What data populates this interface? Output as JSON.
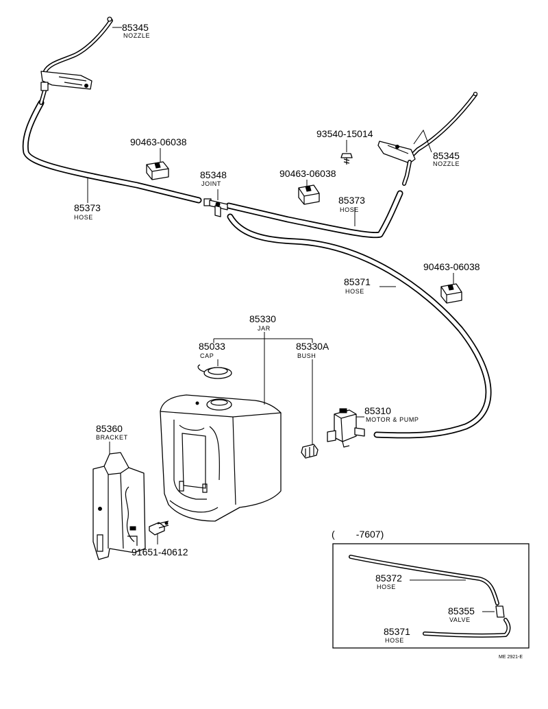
{
  "parts": [
    {
      "id": "nozzle_left",
      "number": "85345",
      "name": "NOZZLE"
    },
    {
      "id": "nozzle_right",
      "number": "85345",
      "name": "NOZZLE"
    },
    {
      "id": "clip_left",
      "number": "90463-06038"
    },
    {
      "id": "screw",
      "number": "93540-15014"
    },
    {
      "id": "joint",
      "number": "85348",
      "name": "JOINT"
    },
    {
      "id": "clip_mid",
      "number": "90463-06038"
    },
    {
      "id": "hose_left",
      "number": "85373",
      "name": "HOSE"
    },
    {
      "id": "hose_right",
      "number": "85373",
      "name": "HOSE"
    },
    {
      "id": "clip_right",
      "number": "90463-06038"
    },
    {
      "id": "hose_main",
      "number": "85371",
      "name": "HOSE"
    },
    {
      "id": "jar",
      "number": "85330",
      "name": "JAR"
    },
    {
      "id": "cap",
      "number": "85033",
      "name": "CAP"
    },
    {
      "id": "bush",
      "number": "85330A",
      "name": "BUSH"
    },
    {
      "id": "motor_pump",
      "number": "85310",
      "name": "MOTOR & PUMP"
    },
    {
      "id": "bracket",
      "number": "85360",
      "name": "BRACKET"
    },
    {
      "id": "bolt",
      "number": "91651-40612"
    }
  ],
  "inset": {
    "range_label": "(        -7607)",
    "parts": [
      {
        "id": "inset_hose_top",
        "number": "85372",
        "name": "HOSE"
      },
      {
        "id": "inset_valve",
        "number": "85355",
        "name": "VALVE"
      },
      {
        "id": "inset_hose_bottom",
        "number": "85371",
        "name": "HOSE"
      }
    ]
  },
  "figure_code": "ME 2921-E"
}
